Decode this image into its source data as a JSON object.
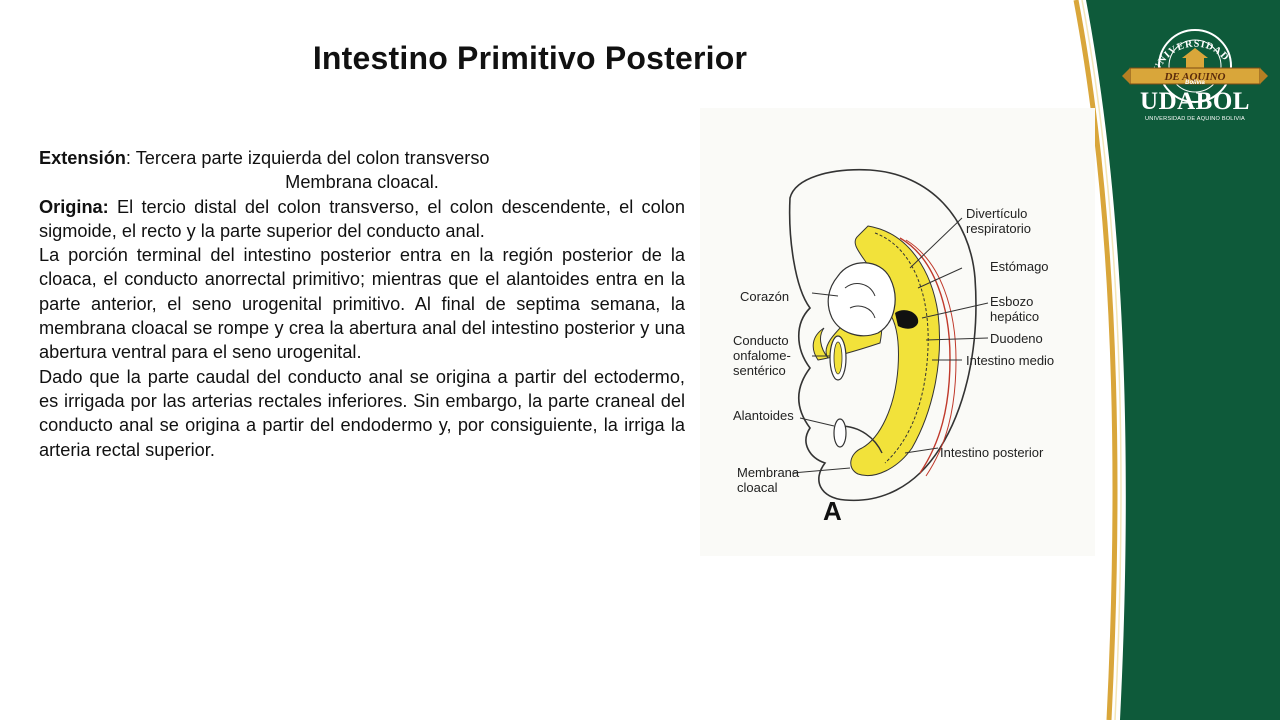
{
  "slide": {
    "title": "Intestino Primitivo Posterior",
    "extension_label": "Extensión",
    "extension_text": ":  Tercera parte izquierda del colon transverso",
    "extension_line2": "Membrana cloacal.",
    "origina_label": "Origina:",
    "origina_text": "  El tercio distal del colon transverso, el colon descendente, el colon sigmoide,  el recto y la parte superior del conducto anal.",
    "paragraph_1": "La porción terminal del intestino posterior entra en la región posterior de la cloaca, el conducto anorrectal primitivo; mientras que el alantoides entra en la parte anterior,  el seno urogenital primitivo.  Al final de septima semana, la membrana cloacal se rompe y crea la abertura anal del intestino posterior y una abertura ventral para el seno urogenital.",
    "paragraph_2": "Dado que la parte caudal del conducto anal se origina a partir del ectodermo, es irrigada por las arterias rectales inferiores. Sin embargo, la parte craneal del conducto anal se origina a partir del endodermo y, por consiguiente, la irriga la arteria rectal superior."
  },
  "figure": {
    "letter": "A",
    "labels": {
      "diverticulo": [
        "Divertículo",
        "respiratorio"
      ],
      "estomago": "Estómago",
      "esbozo": [
        "Esbozo",
        "hepático"
      ],
      "duodeno": "Duodeno",
      "intestino_medio": "Intestino medio",
      "corazon": "Corazón",
      "conducto": [
        "Conducto",
        "onfalome-",
        "sentérico"
      ],
      "alantoides": "Alantoides",
      "intestino_posterior": "Intestino posterior",
      "membrana": [
        "Membrana",
        "cloacal"
      ]
    }
  },
  "logo": {
    "arc_text": "UNIVERSIDAD",
    "ribbon_text": "DE AQUINO",
    "country": "Bolivia",
    "name": "UDABOL",
    "subtitle": "UNIVERSIDAD DE AQUINO BOLIVIA"
  },
  "colors": {
    "brand_green": "#0e5a3a",
    "gold": "#d9a63a",
    "figure_yellow": "#f2e23a"
  }
}
